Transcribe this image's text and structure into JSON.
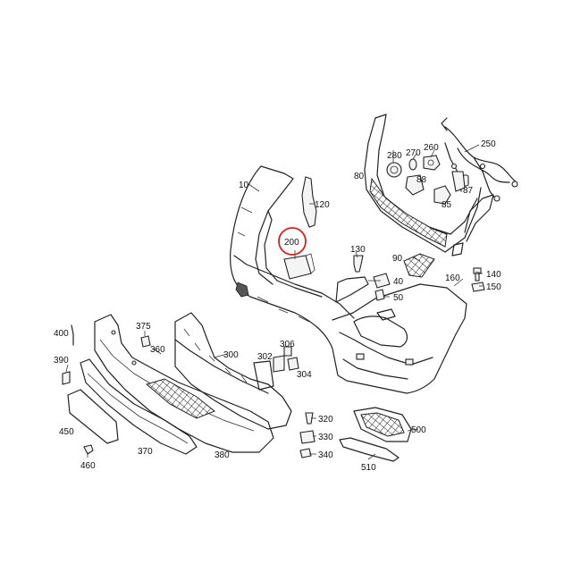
{
  "highlight": {
    "label": "200",
    "color": "#d62020"
  },
  "labels": {
    "l10": "10",
    "l40": "40",
    "l50": "50",
    "l80": "80",
    "l85": "85",
    "l87": "87",
    "l88": "88",
    "l90": "90",
    "l120": "120",
    "l130": "130",
    "l140": "140",
    "l150": "150",
    "l160": "160",
    "l200": "200",
    "l250": "250",
    "l260": "260",
    "l270": "270",
    "l280": "280",
    "l300": "300",
    "l302": "302",
    "l304": "304",
    "l306": "306",
    "l320": "320",
    "l330": "330",
    "l340": "340",
    "l360": "360",
    "l370": "370",
    "l375": "375",
    "l380": "380",
    "l390": "390",
    "l400": "400",
    "l450": "450",
    "l460": "460",
    "l500": "500",
    "l510": "510"
  }
}
